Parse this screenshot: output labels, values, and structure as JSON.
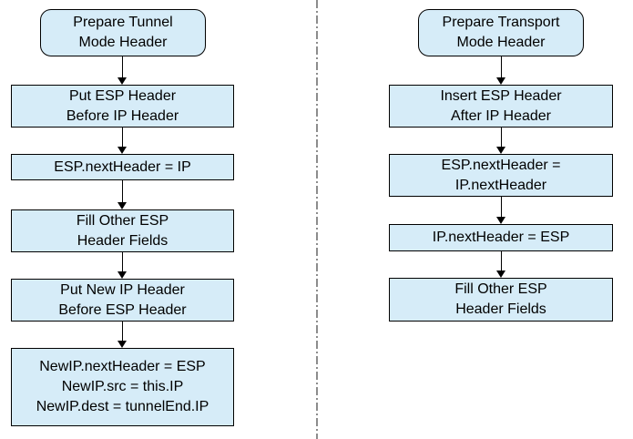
{
  "theme": {
    "box_fill": "#D6ECF8",
    "box_border": "#000000",
    "arrow_color": "#000000",
    "divider_color": "#8C8C8C",
    "text_color": "#000000",
    "background": "#FFFFFF"
  },
  "left_flow": {
    "name": "tunnel-mode-flow",
    "nodes": [
      {
        "type": "terminator",
        "text": "Prepare Tunnel\nMode Header"
      },
      {
        "type": "process",
        "text": "Put ESP Header\nBefore IP Header"
      },
      {
        "type": "process",
        "text": "ESP.nextHeader = IP"
      },
      {
        "type": "process",
        "text": "Fill Other ESP\nHeader Fields"
      },
      {
        "type": "process",
        "text": "Put New IP Header\nBefore ESP Header"
      },
      {
        "type": "process",
        "text": "NewIP.nextHeader = ESP\nNewIP.src = this.IP\nNewIP.dest = tunnelEnd.IP"
      }
    ]
  },
  "right_flow": {
    "name": "transport-mode-flow",
    "nodes": [
      {
        "type": "terminator",
        "text": "Prepare Transport\nMode Header"
      },
      {
        "type": "process",
        "text": "Insert ESP Header\nAfter IP Header"
      },
      {
        "type": "process",
        "text": "ESP.nextHeader =\nIP.nextHeader"
      },
      {
        "type": "process",
        "text": "IP.nextHeader = ESP"
      },
      {
        "type": "process",
        "text": "Fill Other ESP\nHeader Fields"
      }
    ]
  }
}
